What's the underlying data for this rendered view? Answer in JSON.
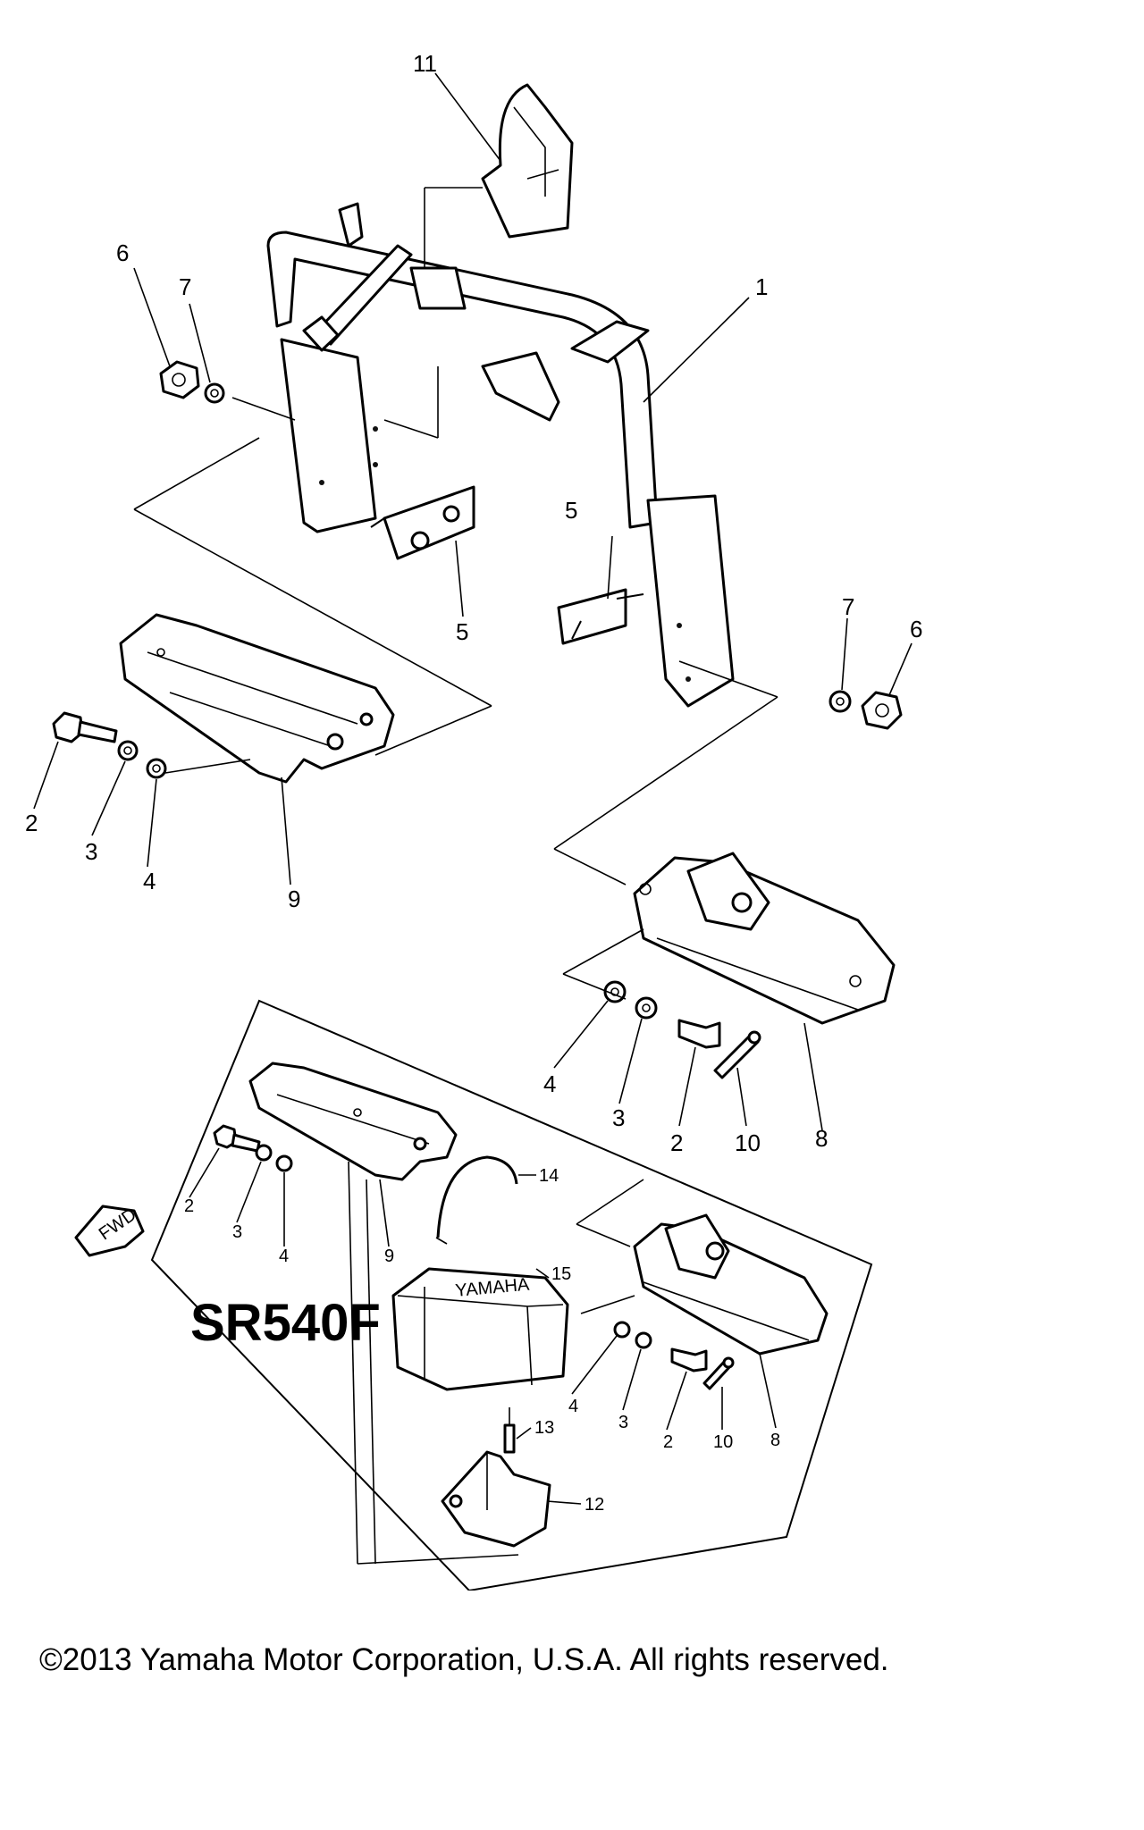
{
  "diagram": {
    "model_code": "SR540F",
    "fwd_label": "FWD",
    "battery_label": "YAMAHA",
    "copyright": "©2013 Yamaha Motor Corporation, U.S.A. All rights reserved.",
    "callouts": {
      "c1": "1",
      "c2a": "2",
      "c2b": "2",
      "c2c": "2",
      "c2d": "2",
      "c3a": "3",
      "c3b": "3",
      "c3c": "3",
      "c3d": "3",
      "c4a": "4",
      "c4b": "4",
      "c4c": "4",
      "c4d": "4",
      "c5a": "5",
      "c5b": "5",
      "c6a": "6",
      "c6b": "6",
      "c7a": "7",
      "c7b": "7",
      "c8a": "8",
      "c8b": "8",
      "c9a": "9",
      "c9b": "9",
      "c10a": "10",
      "c10b": "10",
      "c11": "11",
      "c12": "12",
      "c13": "13",
      "c14": "14",
      "c15": "15"
    }
  }
}
